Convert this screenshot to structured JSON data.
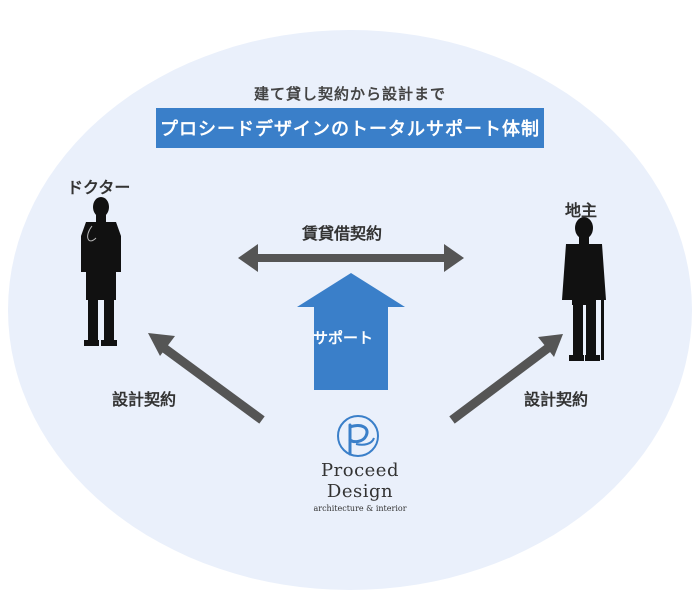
{
  "header": {
    "subtitle": "建て貸し契約から設計まで",
    "banner": "プロシードデザインのトータルサポート体制"
  },
  "left_party": {
    "label": "ドクター"
  },
  "right_party": {
    "label": "地主"
  },
  "relationships": {
    "lease": "賃貸借契約",
    "support": "サポート",
    "design_left": "設計契約",
    "design_right": "設計契約"
  },
  "company": {
    "name": "Proceed Design",
    "tagline": "architecture & interior"
  },
  "colors": {
    "accent": "#3a7fc9",
    "background": "#eaf0fb",
    "arrow_gray": "#555555",
    "silhouette": "#111111"
  }
}
